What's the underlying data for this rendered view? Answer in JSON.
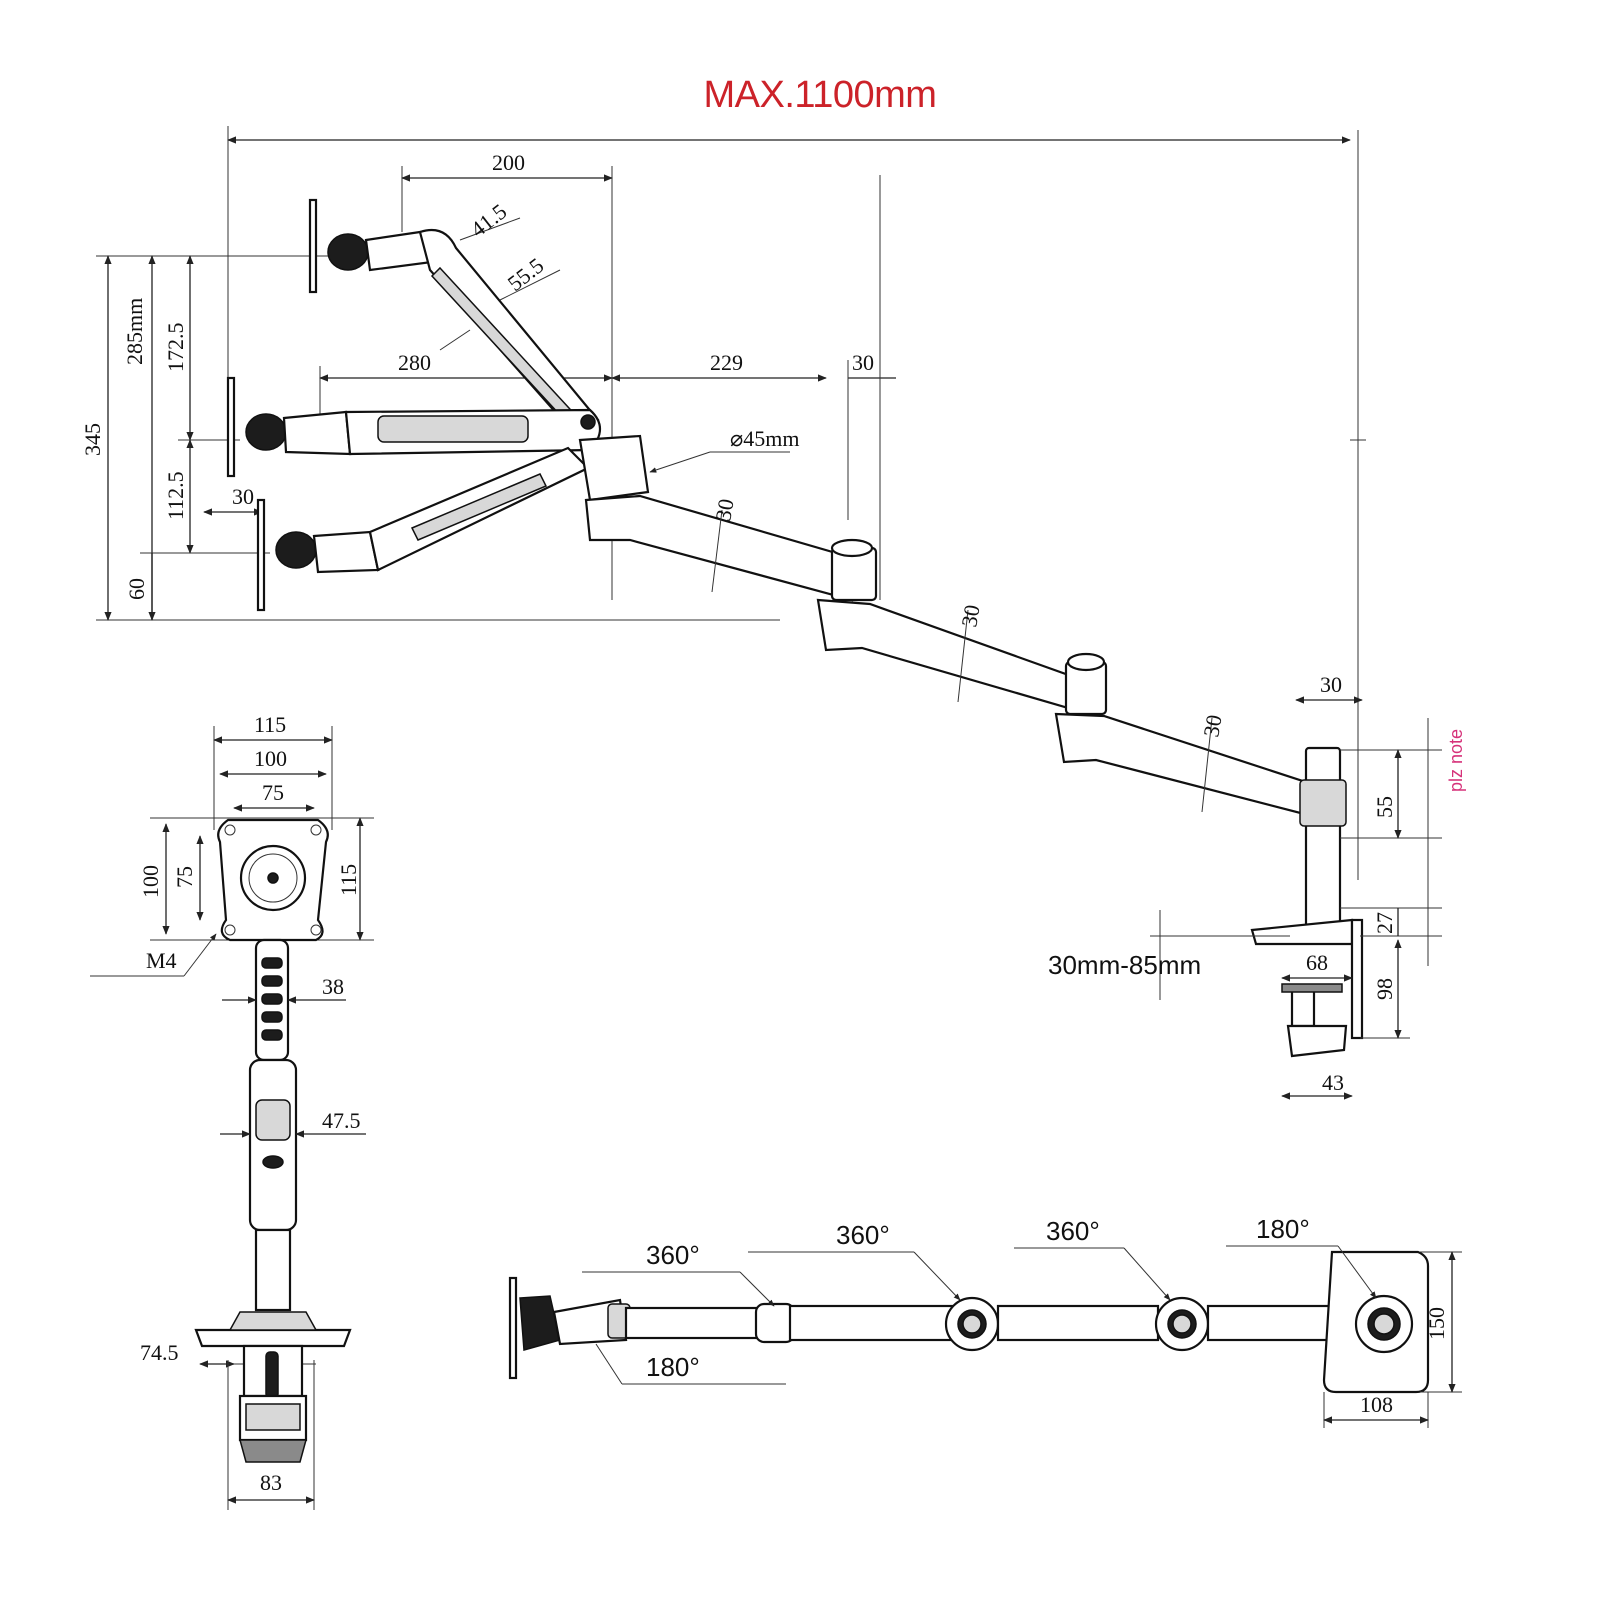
{
  "title": "MAX.1100mm",
  "side_view": {
    "dims": {
      "top_offset": "200",
      "tilt_a": "41.5",
      "tilt_b": "55.5",
      "arm_reach": "280",
      "seg_229": "229",
      "seg_30_top": "30",
      "pole_dia": "⌀45mm",
      "h_345": "345",
      "h_285": "285mm",
      "h_172": "172.5",
      "h_112": "112.5",
      "h_60": "60",
      "vesa_offset": "30",
      "link_30_a": "30",
      "link_30_b": "30",
      "link_30_c": "30",
      "base_30": "30",
      "h_55": "55",
      "h_27": "27",
      "h_98": "98",
      "clamp_68": "68",
      "clamp_43": "43",
      "clamp_range": "30mm-85mm"
    },
    "note": "plz note"
  },
  "front_view": {
    "dims": {
      "w_115": "115",
      "w_100": "100",
      "w_75": "75",
      "h_100": "100",
      "h_75": "75",
      "h_115": "115",
      "screw": "M4",
      "arm_38": "38",
      "arm_47": "47.5",
      "base_74": "74.5",
      "clamp_83": "83"
    }
  },
  "top_view": {
    "dims": {
      "rot_180_bottom": "180°",
      "rot_360_a": "360°",
      "rot_360_b": "360°",
      "rot_360_c": "360°",
      "rot_180_top": "180°",
      "base_150": "150",
      "base_108": "108"
    }
  }
}
